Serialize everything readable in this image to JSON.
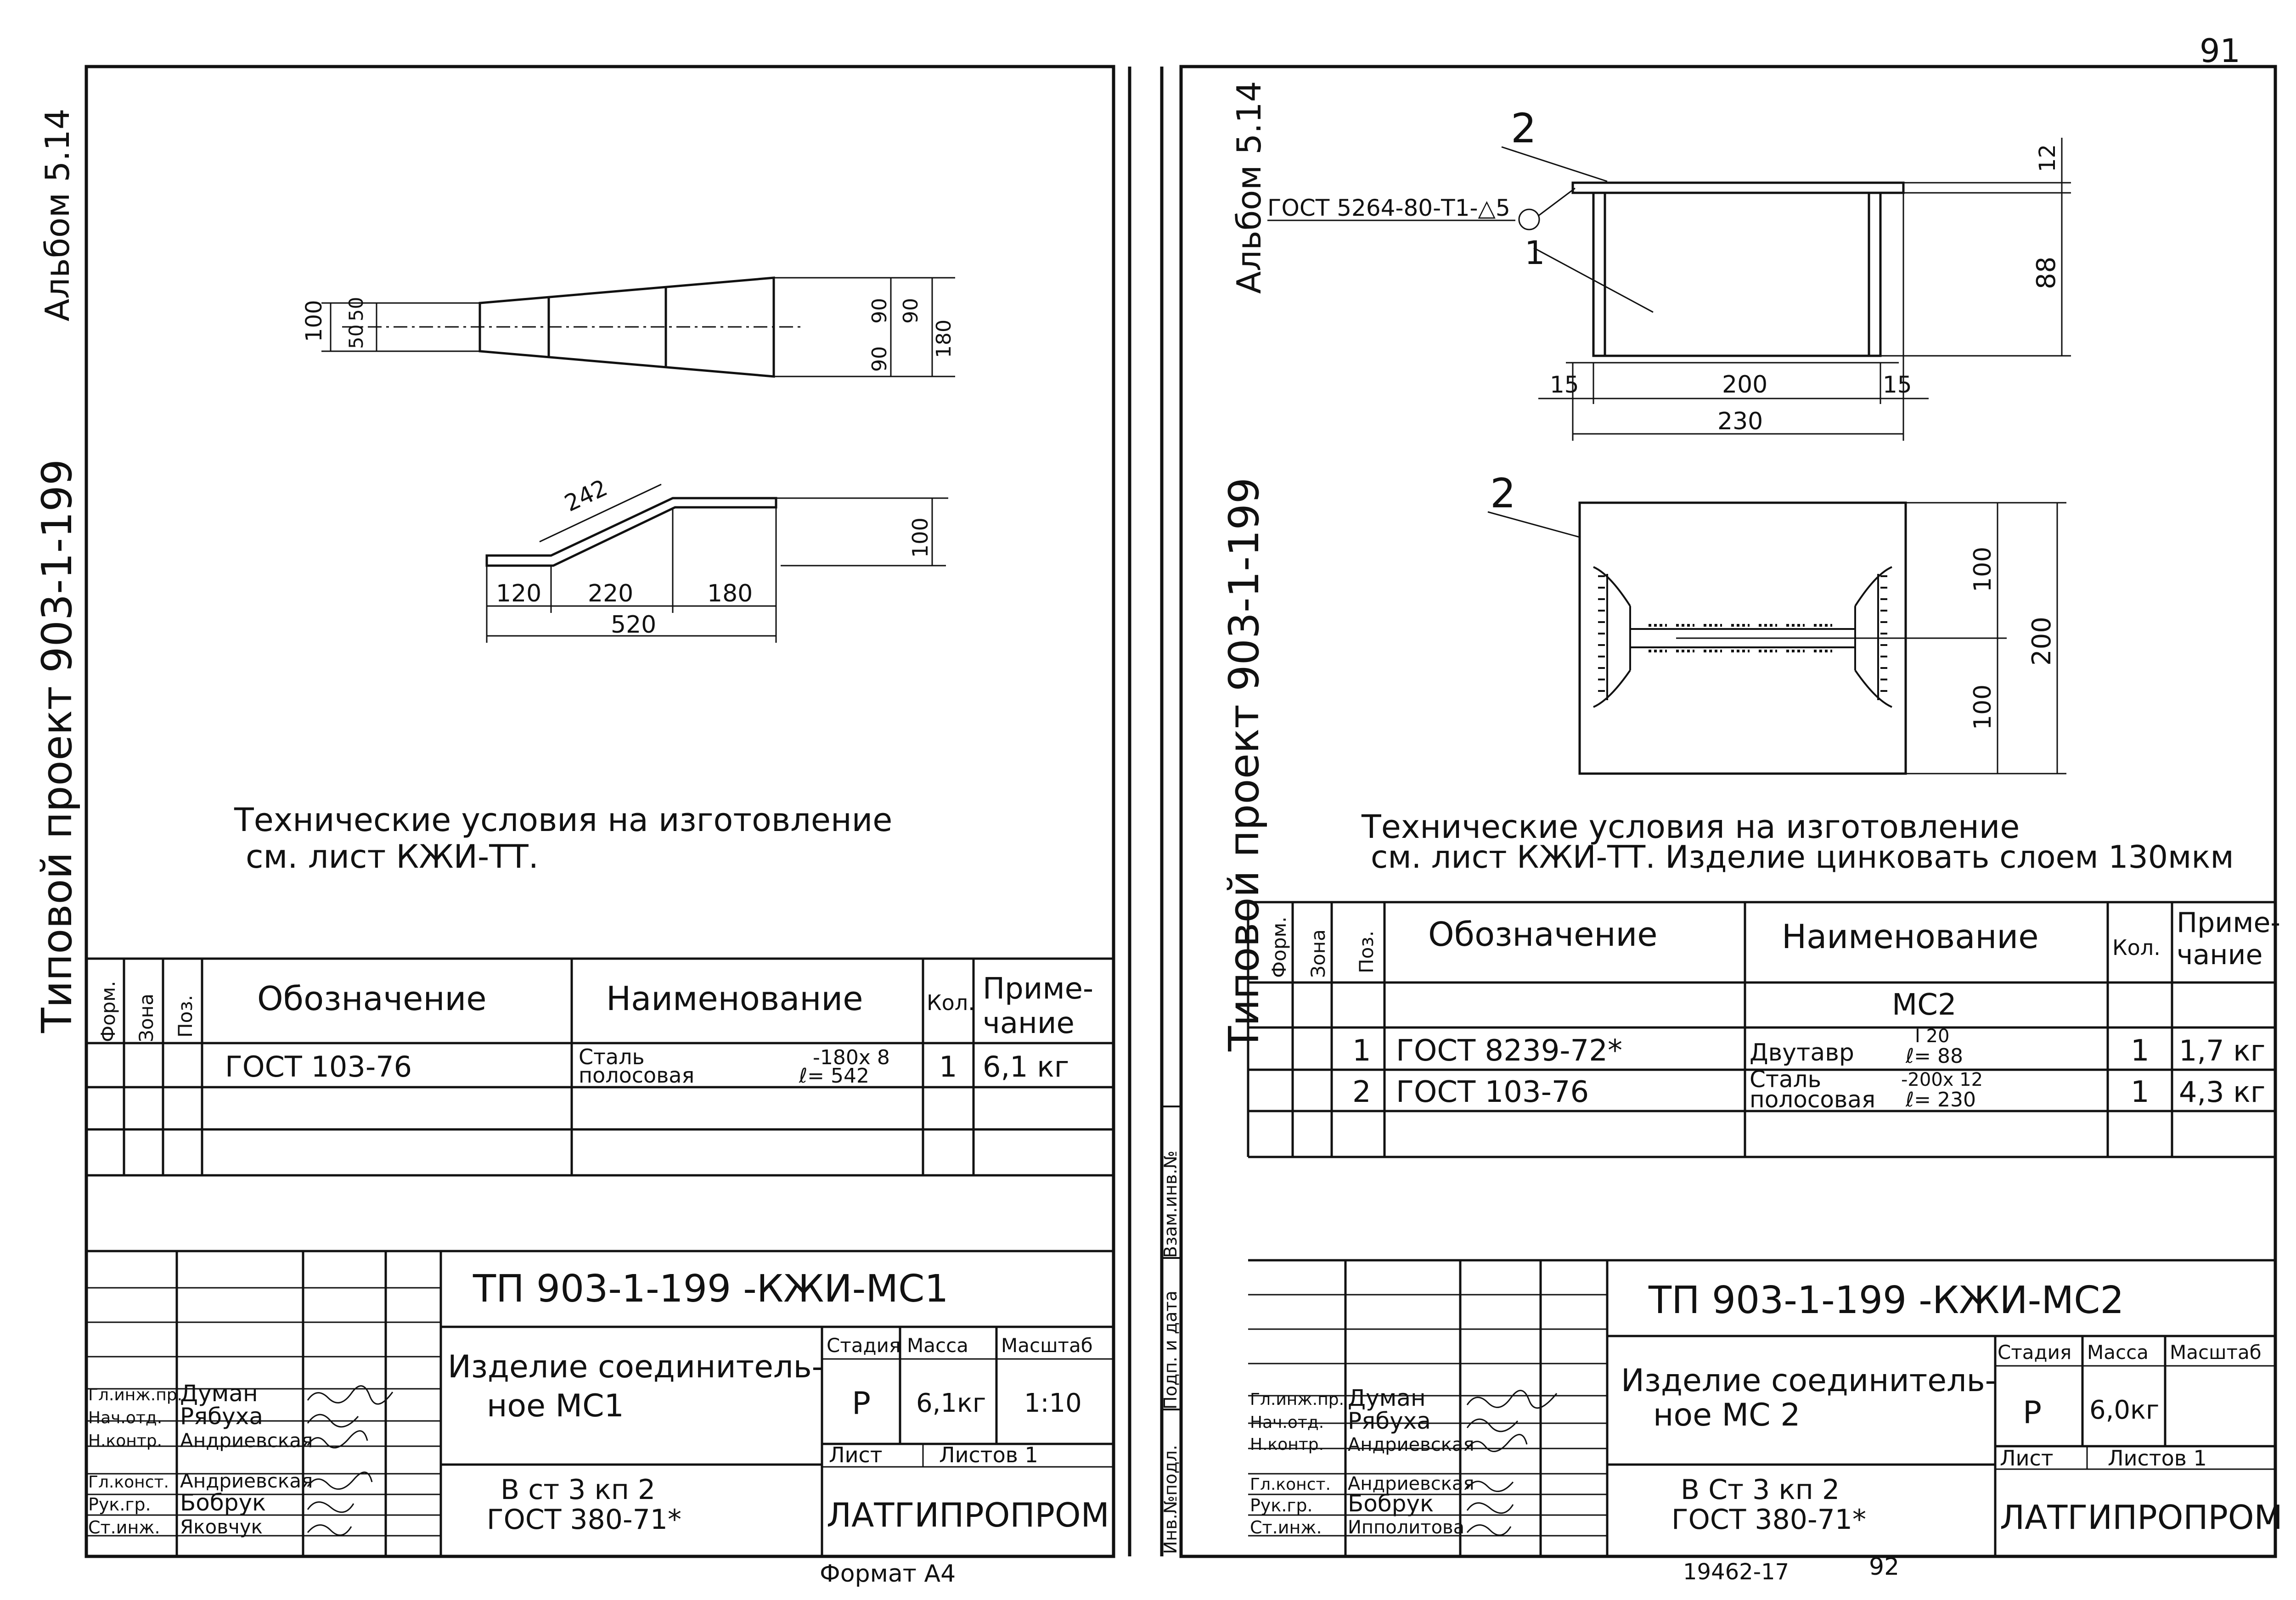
{
  "page_number": "91",
  "left": {
    "album": "Альбом 5.14",
    "project": "Типовой проект 903-1-199",
    "drawing": {
      "dims_top_left": [
        "100",
        "50",
        "50"
      ],
      "dims_top_right": [
        "90",
        "90",
        "90",
        "180"
      ],
      "dim_242": "242",
      "dim_100": "100",
      "dims_bottom": [
        "120",
        "220",
        "180"
      ],
      "dim_520": "520"
    },
    "tech_line1": "Технические условия на изготовление",
    "tech_line2": "см. лист КЖИ-ТТ.",
    "spec": {
      "h_form": "Форм.",
      "h_zone": "Зона",
      "h_pos": "Поз.",
      "h_designation": "Обозначение",
      "h_name": "Наименование",
      "h_qty": "Кол.",
      "h_note1": "Приме-",
      "h_note2": "чание",
      "rows": [
        {
          "designation": "ГОСТ 103-76",
          "name1": "Сталь",
          "name2": "полосовая",
          "param1": "-180х 8",
          "param2": "ℓ= 542",
          "qty": "1",
          "note": "6,1 кг"
        }
      ]
    },
    "title_block": {
      "code": "ТП 903-1-199 -КЖИ-МС1",
      "name1": "Изделие соединитель-",
      "name2": "ное МС1",
      "h_stage": "Стадия",
      "h_mass": "Масса",
      "h_scale": "Масштаб",
      "stage": "Р",
      "mass": "6,1кг",
      "scale": "1:10",
      "sheet_label": "Лист",
      "sheets_label": "Листов 1",
      "material1": "В ст 3 кп 2",
      "material2": "ГОСТ 380-71*",
      "org": "ЛАТГИПРОПРОМ",
      "people": [
        {
          "role": "Гл.инж.пр.",
          "name": "Думан"
        },
        {
          "role": "Нач.отд.",
          "name": "Рябуха"
        },
        {
          "role": "Н.контр.",
          "name": "Андриевская"
        },
        {
          "role": "Гл.конст.",
          "name": "Андриевская"
        },
        {
          "role": "Рук.гр.",
          "name": "Бобрук"
        },
        {
          "role": "Ст.инж.",
          "name": "Яковчук"
        }
      ]
    },
    "format": "Формат А4"
  },
  "right": {
    "album": "Альбом 5.14",
    "project": "Типовой проект 903-1-199",
    "drawing": {
      "label_2a": "2",
      "weld": "ГОСТ 5264-80-Т1-△5",
      "label_1": "1",
      "dim_12": "12",
      "dim_88": "88",
      "dim_15a": "15",
      "dim_200": "200",
      "dim_15b": "15",
      "dim_230": "230",
      "label_2b": "2",
      "dim_100a": "100",
      "dim_100b": "100",
      "dim_200v": "200"
    },
    "tech_line1": "Технические условия на изготовление",
    "tech_line2": "см. лист КЖИ-ТТ. Изделие цинковать слоем 130мкм",
    "side_labels": [
      "Инв.№подл.",
      "Подп. и дата",
      "Взам.инв.№"
    ],
    "spec": {
      "h_form": "Форм.",
      "h_zone": "Зона",
      "h_pos": "Поз.",
      "h_designation": "Обозначение",
      "h_name": "Наименование",
      "h_qty": "Кол.",
      "h_note1": "Приме-",
      "h_note2": "чание",
      "group": "МС2",
      "rows": [
        {
          "pos": "1",
          "designation": "ГОСТ 8239-72*",
          "name1": "Двутавр",
          "name2": "",
          "param1": "Ι 20",
          "param2": "ℓ= 88",
          "qty": "1",
          "note": "1,7 кг"
        },
        {
          "pos": "2",
          "designation": "ГОСТ 103-76",
          "name1": "Сталь",
          "name2": "полосовая",
          "param1": "-200х 12",
          "param2": "ℓ= 230",
          "qty": "1",
          "note": "4,3 кг"
        }
      ]
    },
    "title_block": {
      "code": "ТП 903-1-199 -КЖИ-МС2",
      "name1": "Изделие соединитель-",
      "name2": "ное МС 2",
      "h_stage": "Стадия",
      "h_mass": "Масса",
      "h_scale": "Масштаб",
      "stage": "Р",
      "mass": "6,0кг",
      "sheet_label": "Лист",
      "sheets_label": "Листов 1",
      "material1": "В Ст 3 кп 2",
      "material2": "ГОСТ 380-71*",
      "org": "ЛАТГИПРОПРОМ",
      "people": [
        {
          "role": "Гл.инж.пр.",
          "name": "Думан"
        },
        {
          "role": "Нач.отд.",
          "name": "Рябуха"
        },
        {
          "role": "Н.контр.",
          "name": "Андриевская"
        },
        {
          "role": "Гл.конст.",
          "name": "Андриевская"
        },
        {
          "role": "Рук.гр.",
          "name": "Бобрук"
        },
        {
          "role": "Ст.инж.",
          "name": "Ипполитова"
        }
      ]
    },
    "footer_code": "19462-17",
    "footer_page": "92"
  }
}
